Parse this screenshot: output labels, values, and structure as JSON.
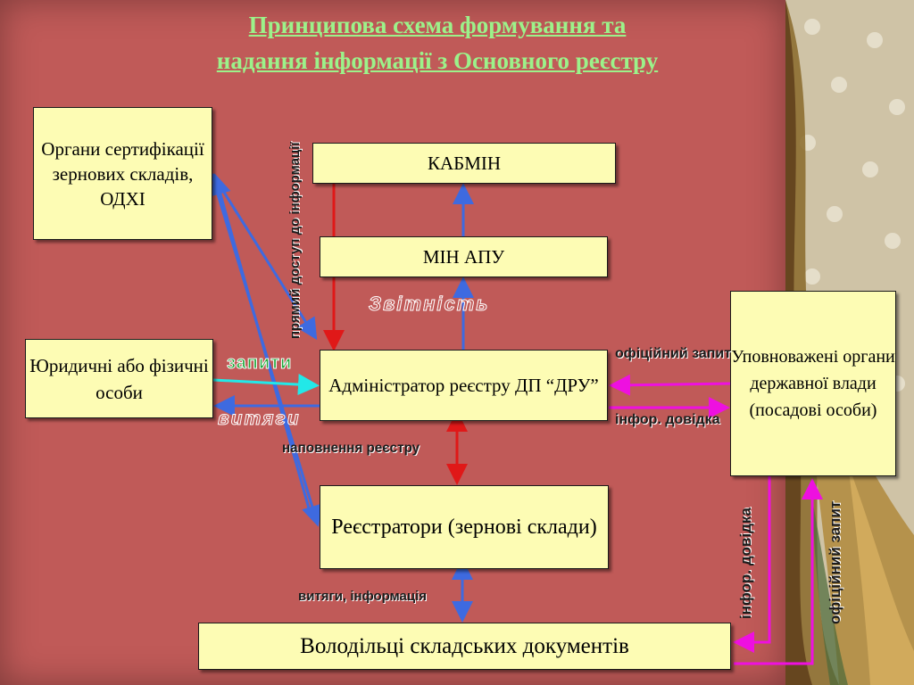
{
  "title": {
    "line1": "Принципова схема формування та",
    "line2": "надання інформації з Основного реєстру"
  },
  "nodes": {
    "certification": "Органи сертифікації зернових складів, ОДХІ",
    "legal_persons": "Юридичні або фізичні особи",
    "kabmin": "КАБМІН",
    "minapu": "МІН АПУ",
    "administrator": "Адміністратор реєстру ДП “ДРУ”",
    "registrars": "Реєстратори (зернові склади)",
    "authorities": "Уповноважені органи державної влади (посадові особи)",
    "owners": "Володільці складських документів"
  },
  "edge_labels": {
    "direct_access": "прямий доступ до інформації",
    "reporting": "Звітність",
    "requests": "запити",
    "extracts": "витяги",
    "registry_filling": "наповнення реєстру",
    "official_request_h": "офіційний запит",
    "info_reference_h": "інфор. довідка",
    "extracts_info": "витяги, інформація",
    "info_reference_v": "інфор. довідка",
    "official_request_v": "офіційний запит"
  },
  "colors": {
    "panel": "#c05a58",
    "box_fill": "#fdfcb4",
    "title": "#9cf28a",
    "arrow_blue": "#3e6ae0",
    "arrow_red": "#e01818",
    "arrow_magenta": "#ee10e0",
    "arrow_cyan": "#22e8e8"
  }
}
